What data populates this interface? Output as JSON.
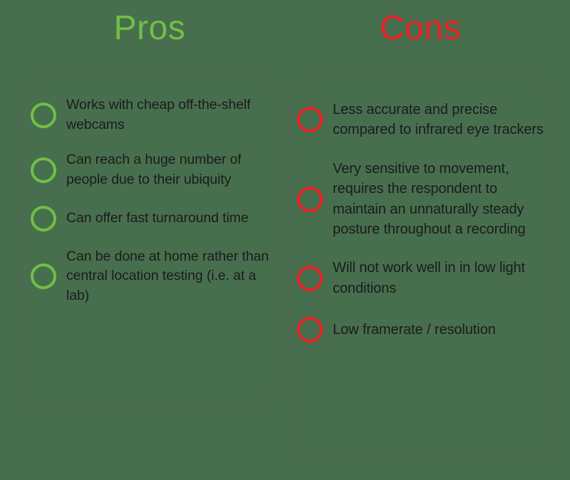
{
  "colors": {
    "background": "#476f4e",
    "pros_accent": "#72be46",
    "cons_accent": "#ed2024",
    "card_border": "#5b5b5b",
    "body_text": "#1b1b1b"
  },
  "columns": {
    "pros": {
      "title": "Pros",
      "bullet_icon": "circle-outline-green-icon",
      "items": [
        {
          "text": "Works with cheap off-the-shelf webcams"
        },
        {
          "text": "Can reach a huge number of people due to their ubiquity"
        },
        {
          "text": "Can offer fast turnaround time"
        },
        {
          "text": "Can be done at home rather than central location testing (i.e. at a lab)"
        }
      ]
    },
    "cons": {
      "title": "Cons",
      "bullet_icon": "circle-outline-red-icon",
      "items": [
        {
          "text": "Less accurate and precise compared to infrared eye trackers"
        },
        {
          "text": "Very sensitive to movement, requires the respondent to maintain an unnaturally steady posture throughout a recording"
        },
        {
          "text": "Will not work well in in low light conditions"
        },
        {
          "text": "Low framerate / resolution"
        }
      ]
    }
  }
}
